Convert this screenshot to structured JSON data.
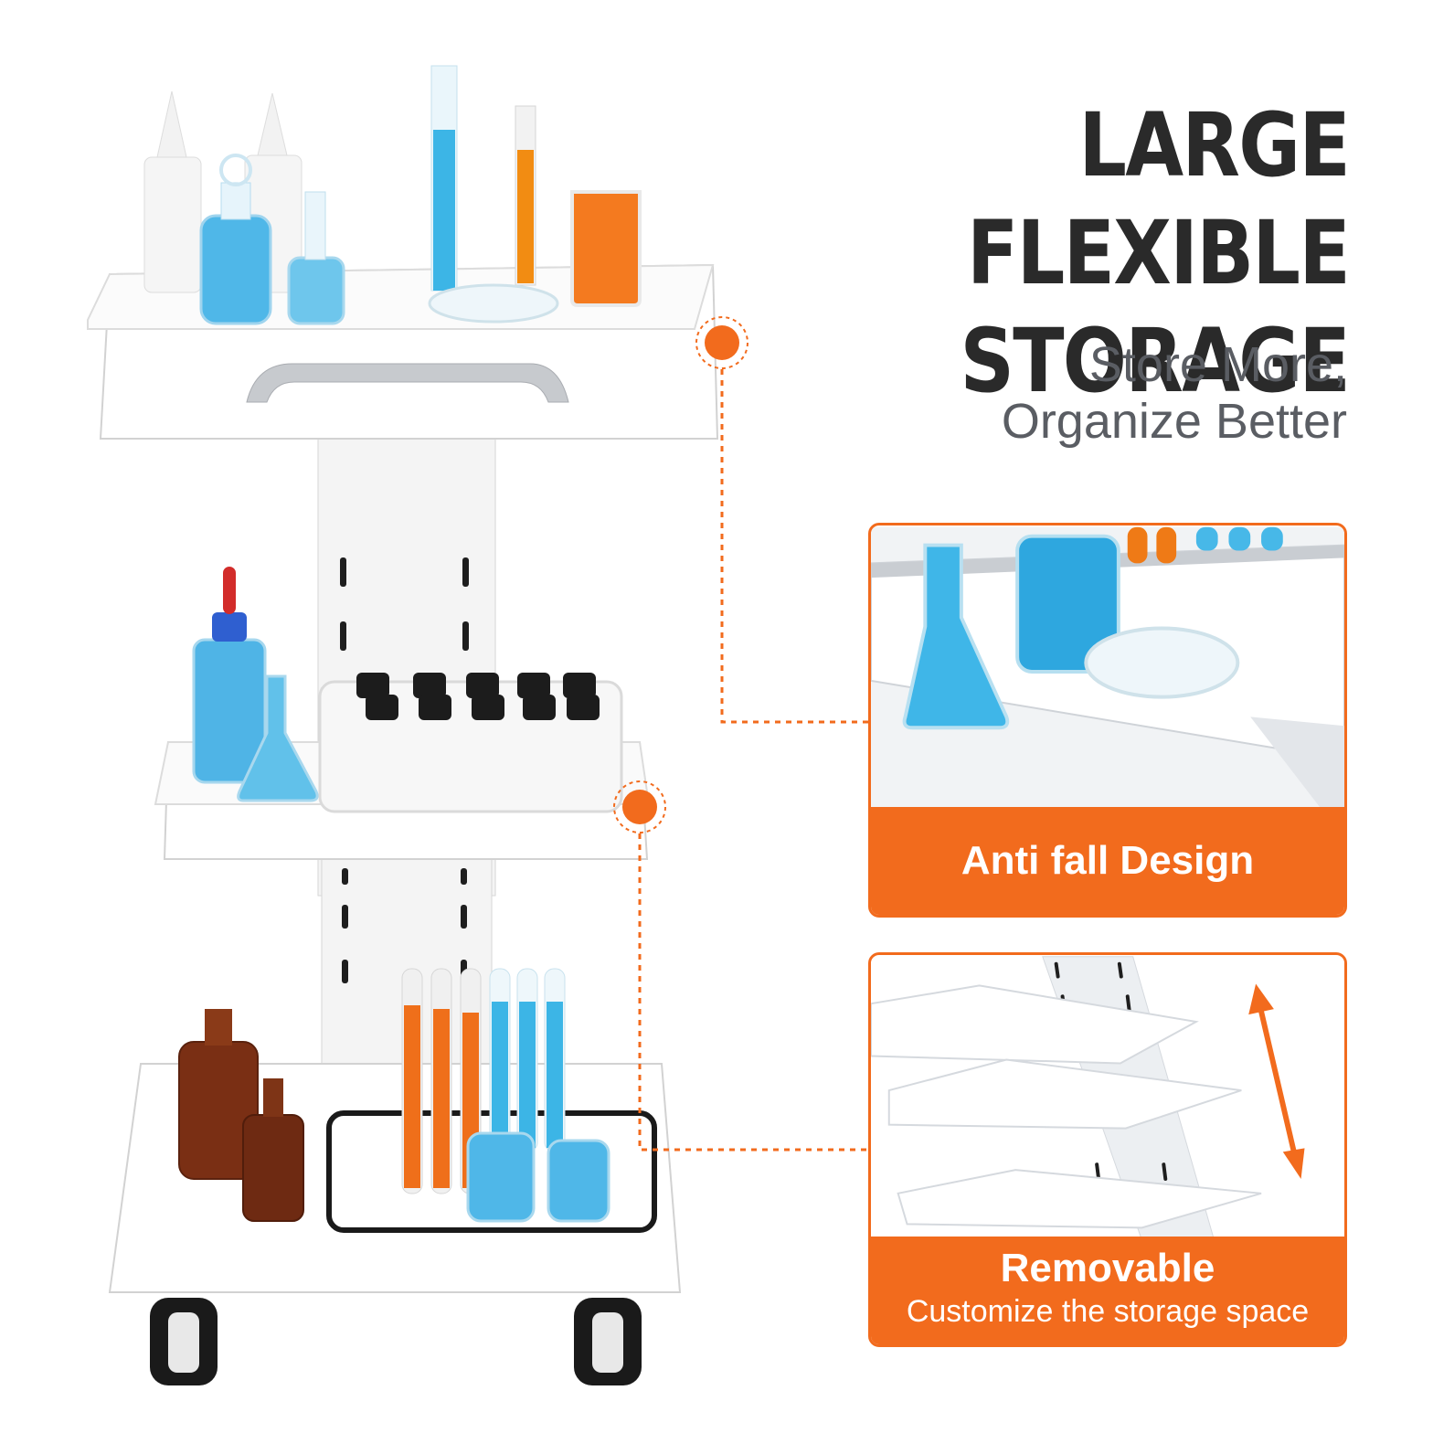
{
  "headline": {
    "line1": "LARGE FLEXIBLE",
    "line2": "STORAGE"
  },
  "subhead": {
    "line1": "Store More,",
    "line2": "Organize Better"
  },
  "features": [
    {
      "title": "Anti fall Design",
      "subtitle": ""
    },
    {
      "title": "Removable",
      "subtitle": "Customize the storage space"
    }
  ],
  "colors": {
    "accent": "#f26b1d",
    "headline": "#2a2a2a",
    "subhead": "#5a5d63"
  }
}
